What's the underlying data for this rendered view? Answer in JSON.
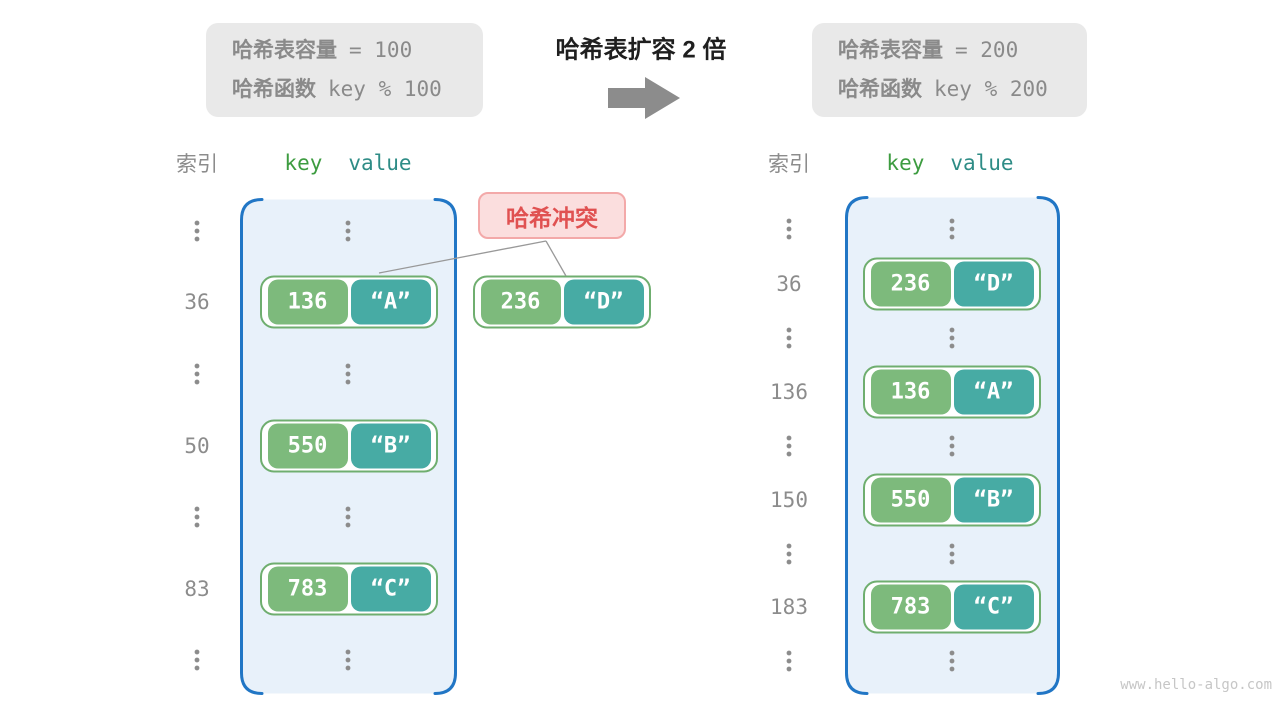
{
  "title": {
    "text": "哈希表扩容 2 倍"
  },
  "boxes": {
    "left": {
      "cap_label": "哈希表容量",
      "cap_value": "= 100",
      "fn_label": "哈希函数",
      "fn_value": "key % 100"
    },
    "right": {
      "cap_label": "哈希表容量",
      "cap_value": "= 200",
      "fn_label": "哈希函数",
      "fn_value": "key % 200"
    }
  },
  "collision": {
    "label": "哈希冲突",
    "entry": {
      "key": "236",
      "value": "“D”"
    }
  },
  "left_table": {
    "headers": {
      "index": "索引",
      "key": "key",
      "value": "value"
    },
    "rows": [
      {
        "index": "36",
        "key": "136",
        "value": "“A”"
      },
      {
        "index": "50",
        "key": "550",
        "value": "“B”"
      },
      {
        "index": "83",
        "key": "783",
        "value": "“C”"
      }
    ]
  },
  "right_table": {
    "headers": {
      "index": "索引",
      "key": "key",
      "value": "value"
    },
    "rows": [
      {
        "index": "36",
        "key": "236",
        "value": "“D”"
      },
      {
        "index": "136",
        "key": "136",
        "value": "“A”"
      },
      {
        "index": "150",
        "key": "550",
        "value": "“B”"
      },
      {
        "index": "183",
        "key": "783",
        "value": "“C”"
      }
    ]
  },
  "watermark": {
    "text": "www.hello-algo.com"
  },
  "icons": {
    "arrow": "block-arrow-right-icon",
    "ellipsis": "vertical-ellipsis-icon"
  },
  "colors": {
    "info_fill": "#e9e9e9",
    "info_text": "#8a8a8a",
    "title_text": "#1f1f1f",
    "arrow": "#8c8c8c",
    "gray_text": "#8c8c8c",
    "header_key": "#3d9c40",
    "header_value": "#2e8c86",
    "container_border": "#2176c5",
    "container_fill": "#e8f1fa",
    "entry_border": "#6fae6f",
    "key_fill": "#7dba7c",
    "value_fill": "#47aba4",
    "collision_fill": "#fbdede",
    "collision_border": "#f3a9a9",
    "collision_text": "#e05151",
    "connector": "#999999",
    "watermark": "#c6c6c6"
  }
}
